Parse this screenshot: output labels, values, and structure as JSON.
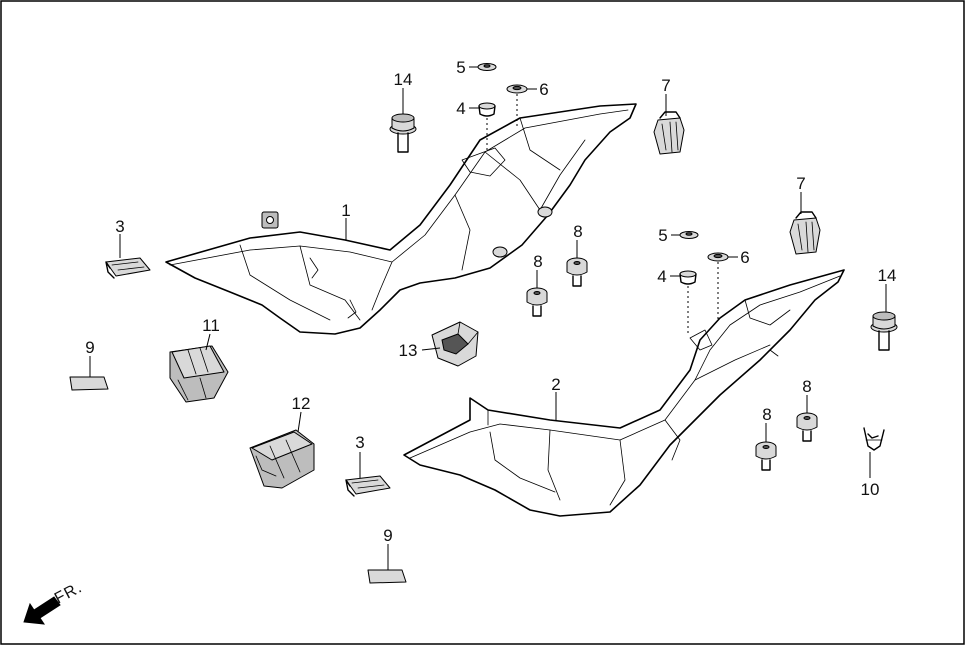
{
  "diagram": {
    "direction_label": "FR.",
    "callouts": {
      "c1": "1",
      "c2": "2",
      "c3a": "3",
      "c3b": "3",
      "c4a": "4",
      "c4b": "4",
      "c5a": "5",
      "c5b": "5",
      "c6a": "6",
      "c6b": "6",
      "c7a": "7",
      "c7b": "7",
      "c8a": "8",
      "c8b": "8",
      "c8c": "8",
      "c8d": "8",
      "c9a": "9",
      "c9b": "9",
      "c10": "10",
      "c11": "11",
      "c12": "12",
      "c13": "13",
      "c14a": "14",
      "c14b": "14"
    }
  }
}
